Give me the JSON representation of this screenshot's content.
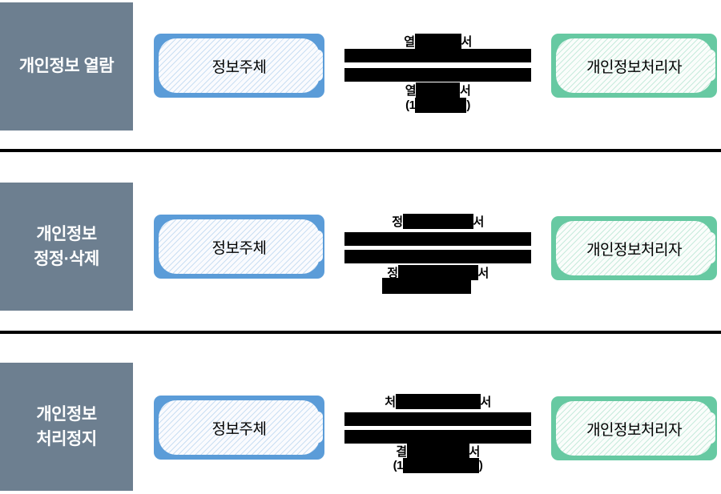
{
  "colors": {
    "category_bg": "#6d7f90",
    "subject_border": "#5b9cd8",
    "processor_border": "#67c9a2",
    "redaction": "#000000",
    "divider": "#000000"
  },
  "rows": [
    {
      "category_lines": [
        "개인정보 열람"
      ],
      "subject_label": "정보주체",
      "processor_label": "개인정보처리자",
      "arrow_top": {
        "prefix": "열",
        "suffix": "서",
        "redacted": true
      },
      "arrow_bottom": {
        "prefix": "열",
        "suffix": "서",
        "redacted": true
      },
      "arrow_bottom_sub": {
        "prefix": "(1",
        "suffix": ")",
        "redacted": true
      }
    },
    {
      "category_lines": [
        "개인정보",
        "정정·삭제"
      ],
      "subject_label": "정보주체",
      "processor_label": "개인정보처리자",
      "arrow_top": {
        "prefix": "정",
        "suffix": "서",
        "redacted": true
      },
      "arrow_bottom": {
        "prefix": "정",
        "suffix": "서",
        "redacted": true
      },
      "arrow_bottom_sub": {
        "prefix": "",
        "suffix": "",
        "redacted": true,
        "fully_redacted": true
      }
    },
    {
      "category_lines": [
        "개인정보",
        "처리정지"
      ],
      "subject_label": "정보주체",
      "processor_label": "개인정보처리자",
      "arrow_top": {
        "prefix": "처",
        "suffix": "서",
        "redacted": true
      },
      "arrow_bottom": {
        "prefix": "결",
        "suffix": "서",
        "redacted": true
      },
      "arrow_bottom_sub": {
        "prefix": "(1",
        "suffix": ")",
        "redacted": true
      }
    }
  ]
}
